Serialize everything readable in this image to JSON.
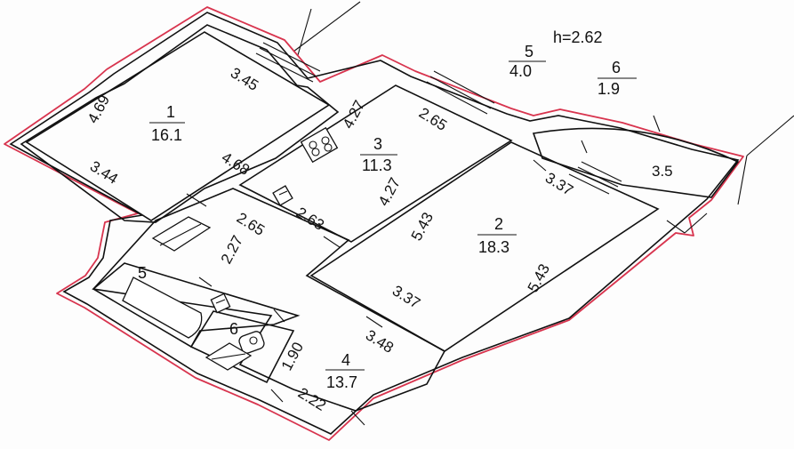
{
  "ceiling_height": "h=2.62",
  "rooms": [
    {
      "number": "1",
      "area": "16.1"
    },
    {
      "number": "2",
      "area": "18.3"
    },
    {
      "number": "3",
      "area": "11.3"
    },
    {
      "number": "4",
      "area": "13.7"
    },
    {
      "number": "5",
      "area": "4.0"
    },
    {
      "number": "6",
      "area": "1.9"
    }
  ],
  "bath_label": "5",
  "toilet_label": "6",
  "dimensions": {
    "r1_top": "3.45",
    "r1_left": "4.69",
    "r1_right": "4.68",
    "r1_bottom": "3.44",
    "r3_left": "4.27",
    "r3_top": "2.65",
    "r3_right": "4.27",
    "corr_top": "2.65",
    "corr_seg": "2.63",
    "corr_left": "2.27",
    "r2_left": "5.43",
    "r2_right": "5.43",
    "r2_top": "3.37",
    "r2_inner": "3.37",
    "hall_bottom": "3.48",
    "wc_side": "1.90",
    "entry": "2.22",
    "loggia": "3.5"
  },
  "colors": {
    "wall": "#111111",
    "outline": "#d8344e"
  }
}
